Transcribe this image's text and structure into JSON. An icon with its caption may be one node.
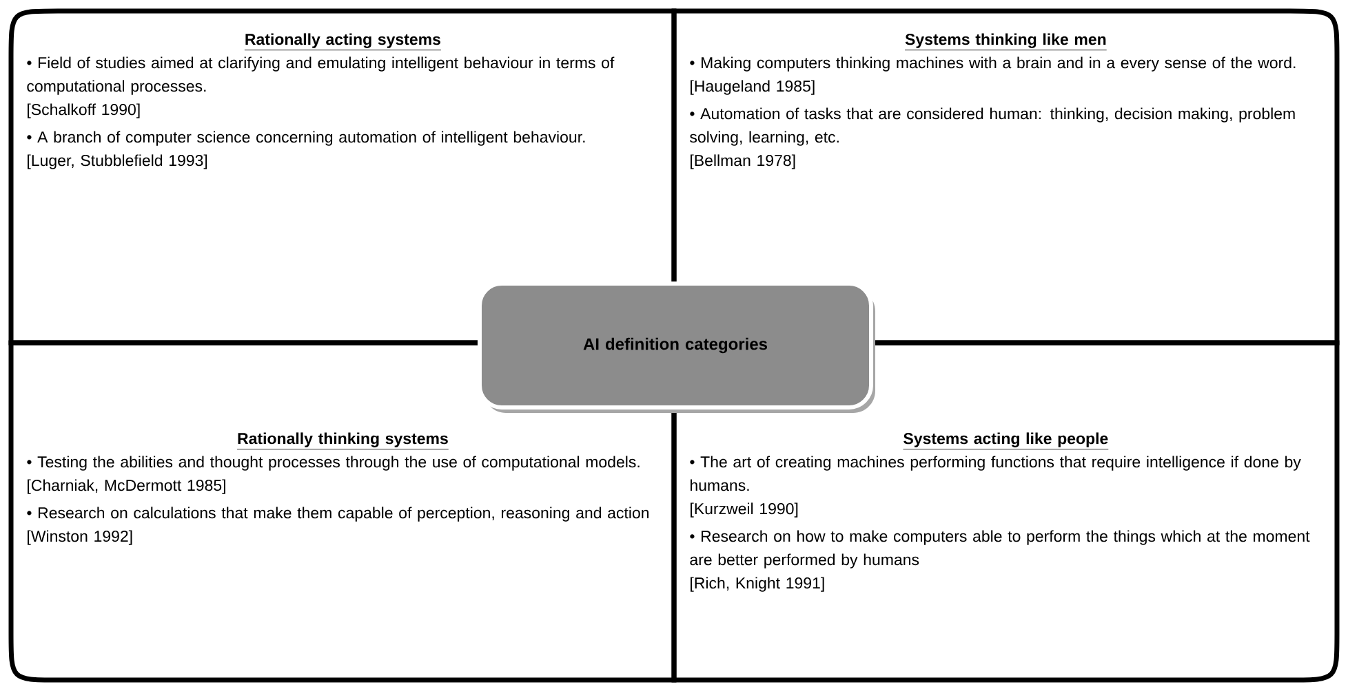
{
  "diagram": {
    "nodes": [
      {
        "text": [
          "Rationally acting systems",
          "• Field of studies aimed at clarifying and emulating intelligent behaviour in terms of computational processes.",
          "[Schalkoff 1990]",
          "• A branch of computer science concerning automation of intelligent behaviour.",
          "[Luger, Stubblefield 1993]"
        ]
      },
      {
        "text": [
          "Systems thinking like men",
          "• Making computers thinking machines with a brain and in a every sense of the word.",
          "[Haugeland 1985]",
          "• Automation of tasks that are considered human: thinking, decision making, problem solving, learning, etc.",
          "[Bellman 1978]"
        ]
      },
      {
        "text": [
          "AI definition categories"
        ]
      },
      {
        "text": [
          "Rationally thinking systems",
          "• Testing the abilities and thought processes through the use of computational models.",
          "[Charniak, McDermott 1985]",
          "• Research on calculations that make them capable of perception, reasoning and action",
          "[Winston 1992]"
        ]
      },
      {
        "text": [
          "Systems acting like people",
          "• The art of creating machines performing functions that require intelligence if done by humans.",
          "[Kurzweil 1990]",
          "• Research on how to make computers able to perform the things which at the moment are better performed by humans",
          "[Rich, Knight 1991]"
        ]
      }
    ]
  }
}
